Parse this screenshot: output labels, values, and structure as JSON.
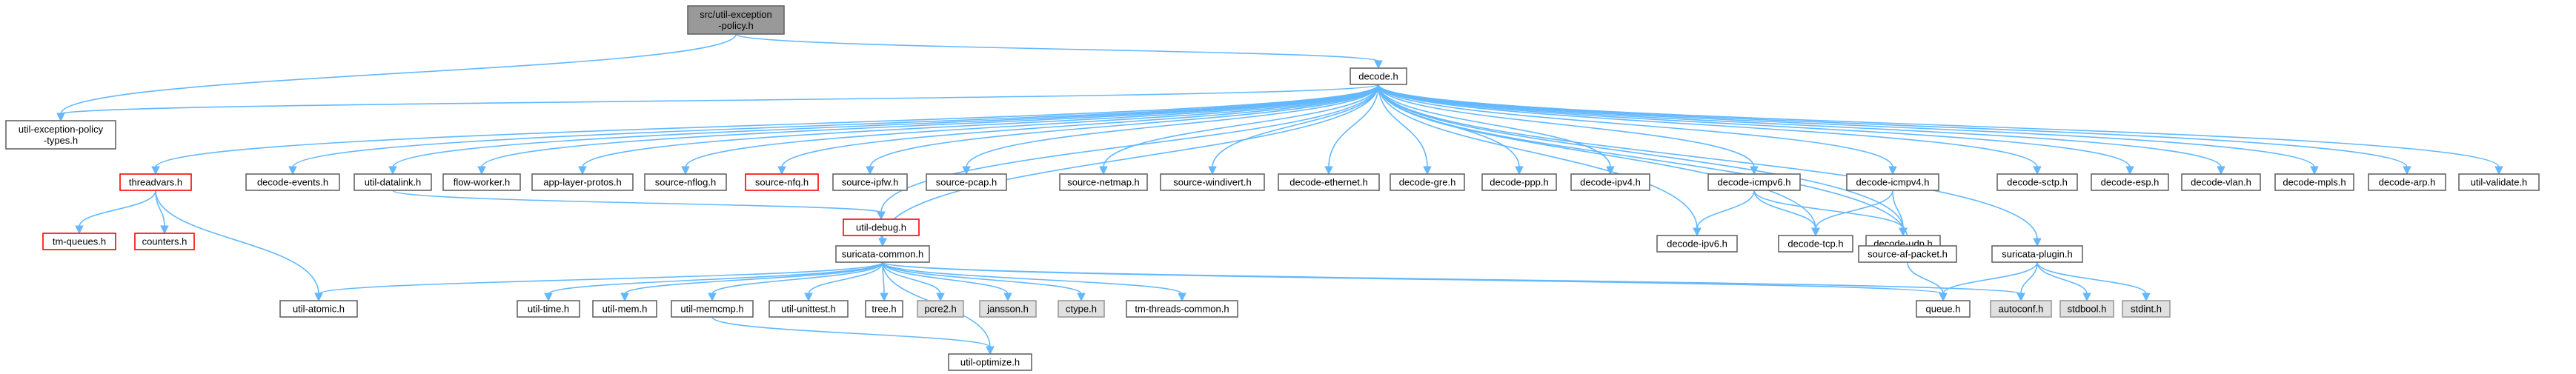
{
  "colors": {
    "edge": "#63b8ff",
    "normal_fill": "#ffffff",
    "normal_border": "#666666",
    "root_fill": "#999999",
    "external_fill": "#e0e0e0",
    "external_border": "#999999",
    "truncated_border": "#ff0000"
  },
  "nodes": [
    {
      "id": "root",
      "label": [
        "src/util-exception",
        "-policy.h"
      ],
      "kind": "root"
    },
    {
      "id": "decode",
      "label": [
        "decode.h"
      ],
      "kind": "normal"
    },
    {
      "id": "uep_types",
      "label": [
        "util-exception-policy",
        "-types.h"
      ],
      "kind": "normal"
    },
    {
      "id": "threadvars",
      "label": [
        "threadvars.h"
      ],
      "kind": "truncated"
    },
    {
      "id": "decode_events",
      "label": [
        "decode-events.h"
      ],
      "kind": "normal"
    },
    {
      "id": "util_datalink",
      "label": [
        "util-datalink.h"
      ],
      "kind": "normal"
    },
    {
      "id": "flow_worker",
      "label": [
        "flow-worker.h"
      ],
      "kind": "normal"
    },
    {
      "id": "app_layer_protos",
      "label": [
        "app-layer-protos.h"
      ],
      "kind": "normal"
    },
    {
      "id": "source_nflog",
      "label": [
        "source-nflog.h"
      ],
      "kind": "normal"
    },
    {
      "id": "source_nfq",
      "label": [
        "source-nfq.h"
      ],
      "kind": "truncated"
    },
    {
      "id": "source_ipfw",
      "label": [
        "source-ipfw.h"
      ],
      "kind": "normal"
    },
    {
      "id": "source_pcap",
      "label": [
        "source-pcap.h"
      ],
      "kind": "normal"
    },
    {
      "id": "source_netmap",
      "label": [
        "source-netmap.h"
      ],
      "kind": "normal"
    },
    {
      "id": "source_windivert",
      "label": [
        "source-windivert.h"
      ],
      "kind": "normal"
    },
    {
      "id": "decode_ethernet",
      "label": [
        "decode-ethernet.h"
      ],
      "kind": "normal"
    },
    {
      "id": "decode_gre",
      "label": [
        "decode-gre.h"
      ],
      "kind": "normal"
    },
    {
      "id": "decode_ppp",
      "label": [
        "decode-ppp.h"
      ],
      "kind": "normal"
    },
    {
      "id": "decode_ipv4",
      "label": [
        "decode-ipv4.h"
      ],
      "kind": "normal"
    },
    {
      "id": "decode_icmpv6",
      "label": [
        "decode-icmpv6.h"
      ],
      "kind": "normal"
    },
    {
      "id": "decode_icmpv4",
      "label": [
        "decode-icmpv4.h"
      ],
      "kind": "normal"
    },
    {
      "id": "decode_sctp",
      "label": [
        "decode-sctp.h"
      ],
      "kind": "normal"
    },
    {
      "id": "decode_esp",
      "label": [
        "decode-esp.h"
      ],
      "kind": "normal"
    },
    {
      "id": "decode_vlan",
      "label": [
        "decode-vlan.h"
      ],
      "kind": "normal"
    },
    {
      "id": "decode_mpls",
      "label": [
        "decode-mpls.h"
      ],
      "kind": "normal"
    },
    {
      "id": "decode_arp",
      "label": [
        "decode-arp.h"
      ],
      "kind": "normal"
    },
    {
      "id": "util_validate",
      "label": [
        "util-validate.h"
      ],
      "kind": "normal"
    },
    {
      "id": "tm_queues",
      "label": [
        "tm-queues.h"
      ],
      "kind": "truncated"
    },
    {
      "id": "counters",
      "label": [
        "counters.h"
      ],
      "kind": "truncated"
    },
    {
      "id": "util_debug",
      "label": [
        "util-debug.h"
      ],
      "kind": "truncated"
    },
    {
      "id": "decode_ipv6",
      "label": [
        "decode-ipv6.h"
      ],
      "kind": "normal"
    },
    {
      "id": "decode_tcp",
      "label": [
        "decode-tcp.h"
      ],
      "kind": "normal"
    },
    {
      "id": "decode_udp",
      "label": [
        "decode-udp.h"
      ],
      "kind": "normal"
    },
    {
      "id": "suricata_common",
      "label": [
        "suricata-common.h"
      ],
      "kind": "normal"
    },
    {
      "id": "source_af_packet",
      "label": [
        "source-af-packet.h"
      ],
      "kind": "normal"
    },
    {
      "id": "suricata_plugin",
      "label": [
        "suricata-plugin.h"
      ],
      "kind": "normal"
    },
    {
      "id": "util_atomic",
      "label": [
        "util-atomic.h"
      ],
      "kind": "normal"
    },
    {
      "id": "util_time",
      "label": [
        "util-time.h"
      ],
      "kind": "normal"
    },
    {
      "id": "util_mem",
      "label": [
        "util-mem.h"
      ],
      "kind": "normal"
    },
    {
      "id": "util_memcmp",
      "label": [
        "util-memcmp.h"
      ],
      "kind": "normal"
    },
    {
      "id": "util_unittest",
      "label": [
        "util-unittest.h"
      ],
      "kind": "normal"
    },
    {
      "id": "tree",
      "label": [
        "tree.h"
      ],
      "kind": "normal"
    },
    {
      "id": "pcre2",
      "label": [
        "pcre2.h"
      ],
      "kind": "external"
    },
    {
      "id": "jansson",
      "label": [
        "jansson.h"
      ],
      "kind": "external"
    },
    {
      "id": "ctype",
      "label": [
        "ctype.h"
      ],
      "kind": "external"
    },
    {
      "id": "tm_threads_common",
      "label": [
        "tm-threads-common.h"
      ],
      "kind": "normal"
    },
    {
      "id": "queue",
      "label": [
        "queue.h"
      ],
      "kind": "normal"
    },
    {
      "id": "autoconf",
      "label": [
        "autoconf.h"
      ],
      "kind": "external"
    },
    {
      "id": "stdbool",
      "label": [
        "stdbool.h"
      ],
      "kind": "external"
    },
    {
      "id": "stdint",
      "label": [
        "stdint.h"
      ],
      "kind": "external"
    },
    {
      "id": "util_optimize",
      "label": [
        "util-optimize.h"
      ],
      "kind": "normal"
    }
  ],
  "edges": [
    [
      "root",
      "decode"
    ],
    [
      "root",
      "uep_types"
    ],
    [
      "decode",
      "uep_types"
    ],
    [
      "decode",
      "threadvars"
    ],
    [
      "decode",
      "decode_events"
    ],
    [
      "decode",
      "util_datalink"
    ],
    [
      "decode",
      "flow_worker"
    ],
    [
      "decode",
      "app_layer_protos"
    ],
    [
      "decode",
      "source_nflog"
    ],
    [
      "decode",
      "source_nfq"
    ],
    [
      "decode",
      "source_ipfw"
    ],
    [
      "decode",
      "source_pcap"
    ],
    [
      "decode",
      "source_netmap"
    ],
    [
      "decode",
      "source_windivert"
    ],
    [
      "decode",
      "decode_ethernet"
    ],
    [
      "decode",
      "decode_gre"
    ],
    [
      "decode",
      "decode_ppp"
    ],
    [
      "decode",
      "decode_ipv4"
    ],
    [
      "decode",
      "decode_icmpv6"
    ],
    [
      "decode",
      "decode_icmpv4"
    ],
    [
      "decode",
      "decode_sctp"
    ],
    [
      "decode",
      "decode_esp"
    ],
    [
      "decode",
      "decode_vlan"
    ],
    [
      "decode",
      "decode_mpls"
    ],
    [
      "decode",
      "decode_arp"
    ],
    [
      "decode",
      "util_validate"
    ],
    [
      "decode",
      "util_debug"
    ],
    [
      "decode",
      "decode_ipv6"
    ],
    [
      "decode",
      "decode_tcp"
    ],
    [
      "decode",
      "decode_udp"
    ],
    [
      "decode",
      "suricata_common"
    ],
    [
      "decode",
      "source_af_packet"
    ],
    [
      "decode",
      "suricata_plugin"
    ],
    [
      "threadvars",
      "tm_queues"
    ],
    [
      "threadvars",
      "counters"
    ],
    [
      "threadvars",
      "util_atomic"
    ],
    [
      "util_datalink",
      "util_debug"
    ],
    [
      "decode_icmpv6",
      "decode_ipv6"
    ],
    [
      "decode_icmpv6",
      "decode_tcp"
    ],
    [
      "decode_icmpv6",
      "decode_udp"
    ],
    [
      "decode_icmpv4",
      "decode_tcp"
    ],
    [
      "decode_icmpv4",
      "decode_udp"
    ],
    [
      "util_debug",
      "suricata_common"
    ],
    [
      "suricata_common",
      "util_atomic"
    ],
    [
      "suricata_common",
      "util_time"
    ],
    [
      "suricata_common",
      "util_mem"
    ],
    [
      "suricata_common",
      "util_memcmp"
    ],
    [
      "suricata_common",
      "util_unittest"
    ],
    [
      "suricata_common",
      "tree"
    ],
    [
      "suricata_common",
      "pcre2"
    ],
    [
      "suricata_common",
      "jansson"
    ],
    [
      "suricata_common",
      "ctype"
    ],
    [
      "suricata_common",
      "tm_threads_common"
    ],
    [
      "suricata_common",
      "queue"
    ],
    [
      "suricata_common",
      "autoconf"
    ],
    [
      "suricata_common",
      "util_optimize"
    ],
    [
      "util_memcmp",
      "util_optimize"
    ],
    [
      "source_af_packet",
      "queue"
    ],
    [
      "suricata_plugin",
      "queue"
    ],
    [
      "suricata_plugin",
      "autoconf"
    ],
    [
      "suricata_plugin",
      "stdbool"
    ],
    [
      "suricata_plugin",
      "stdint"
    ]
  ]
}
